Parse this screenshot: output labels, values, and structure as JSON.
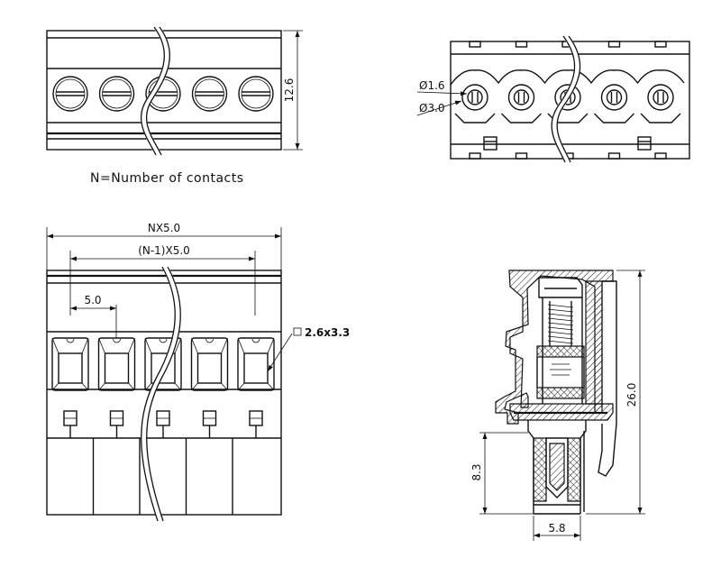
{
  "caption": "N=Number of contacts",
  "dimensions": {
    "front_height": "12.6",
    "hole_diameter_small": "Ø1.6",
    "hole_diameter_large": "Ø3.0",
    "total_width": "NX5.0",
    "pitch_span": "(N-1)X5.0",
    "pitch": "5.0",
    "pin_size": "2.6x3.3",
    "side_height": "26.0",
    "pin_length": "8.3",
    "pin_width": "5.8"
  },
  "views": [
    "front-view",
    "top-view",
    "bottom-view",
    "side-section-view"
  ],
  "contact_count_shown": 5
}
